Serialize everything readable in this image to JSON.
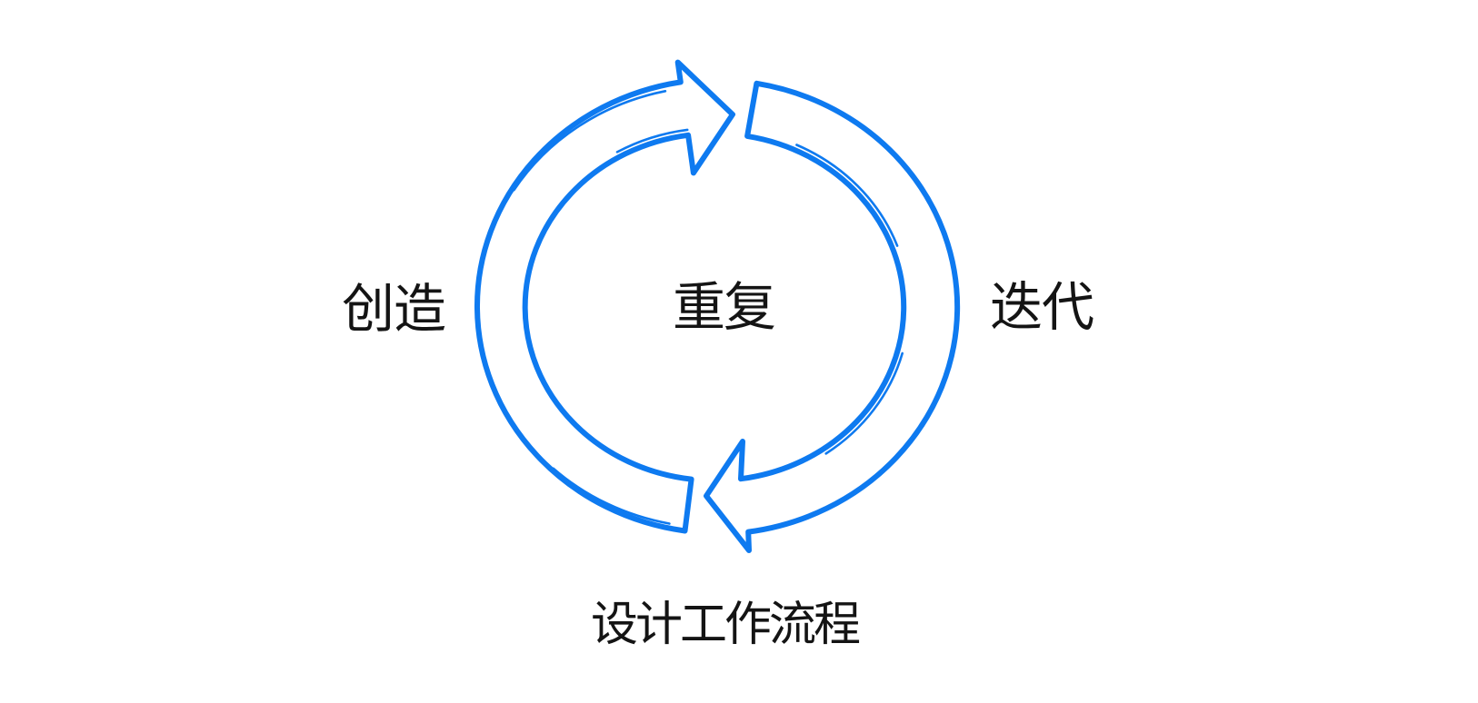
{
  "diagram": {
    "labels": {
      "left": "创造",
      "center": "重复",
      "right": "迭代",
      "caption": "设计工作流程"
    },
    "arrows": {
      "top": "clockwise-arc-arrow-pointing-right",
      "bottom": "clockwise-arc-arrow-pointing-left"
    },
    "colors": {
      "arrow_stroke": "#0e7af0",
      "label_text": "#141414",
      "background": "#ffffff"
    }
  }
}
